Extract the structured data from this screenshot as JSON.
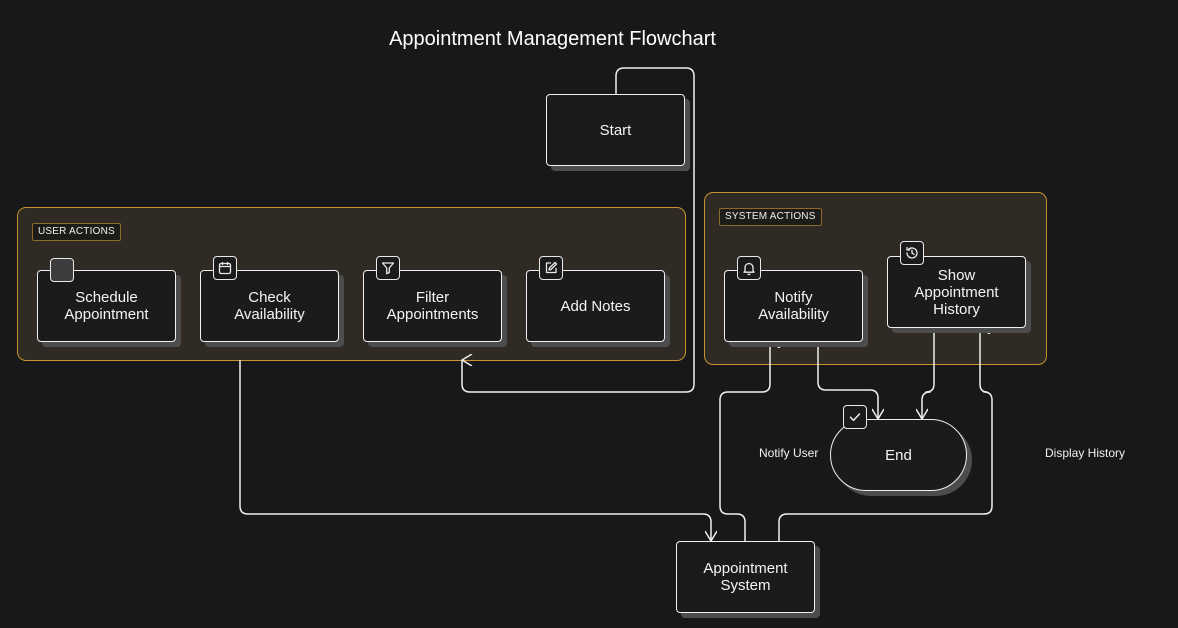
{
  "title": "Appointment Management Flowchart",
  "groups": {
    "user": {
      "label": "USER ACTIONS"
    },
    "system": {
      "label": "SYSTEM ACTIONS"
    }
  },
  "nodes": {
    "start": "Start",
    "schedule": "Schedule\nAppointment",
    "check": "Check\nAvailability",
    "filter": "Filter\nAppointments",
    "notes": "Add Notes",
    "notify": "Notify\nAvailability",
    "history": "Show\nAppointment\nHistory",
    "end": "End",
    "system": "Appointment\nSystem"
  },
  "edge_labels": {
    "notify_user": "Notify User",
    "display_history": "Display History"
  },
  "colors": {
    "background": "#181818",
    "group_border": "#c8922e",
    "group_fill": "#2f2b24",
    "stroke": "#f0f0f0"
  }
}
